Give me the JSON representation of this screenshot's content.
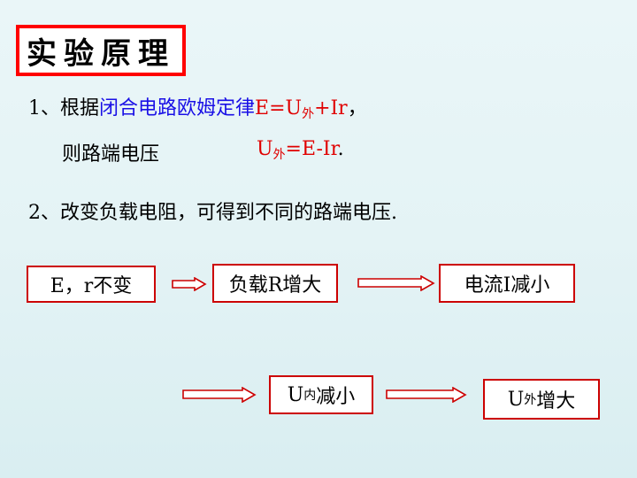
{
  "title": "实验原理",
  "line1": {
    "prefix": "1、根据",
    "law": "闭合电路欧姆定律",
    "formula_a": "E=U",
    "formula_sub": "外",
    "formula_b": "+Ir",
    "suffix": "，"
  },
  "line2": {
    "text": "则路端电压",
    "formula_a": "U",
    "formula_sub": "外",
    "formula_b": "=E-Ir",
    "period": "."
  },
  "line3": {
    "text": "2、改变负载电阻，可得到不同的路端电压."
  },
  "flow1": {
    "box1": "E，r不变",
    "box2": "负载R增大",
    "box3": "电流I减小"
  },
  "flow2": {
    "box4_main": "U",
    "box4_sub": "内",
    "box4_rest": "减小",
    "box5_main": "U",
    "box5_sub": "外",
    "box5_rest": "增大"
  }
}
